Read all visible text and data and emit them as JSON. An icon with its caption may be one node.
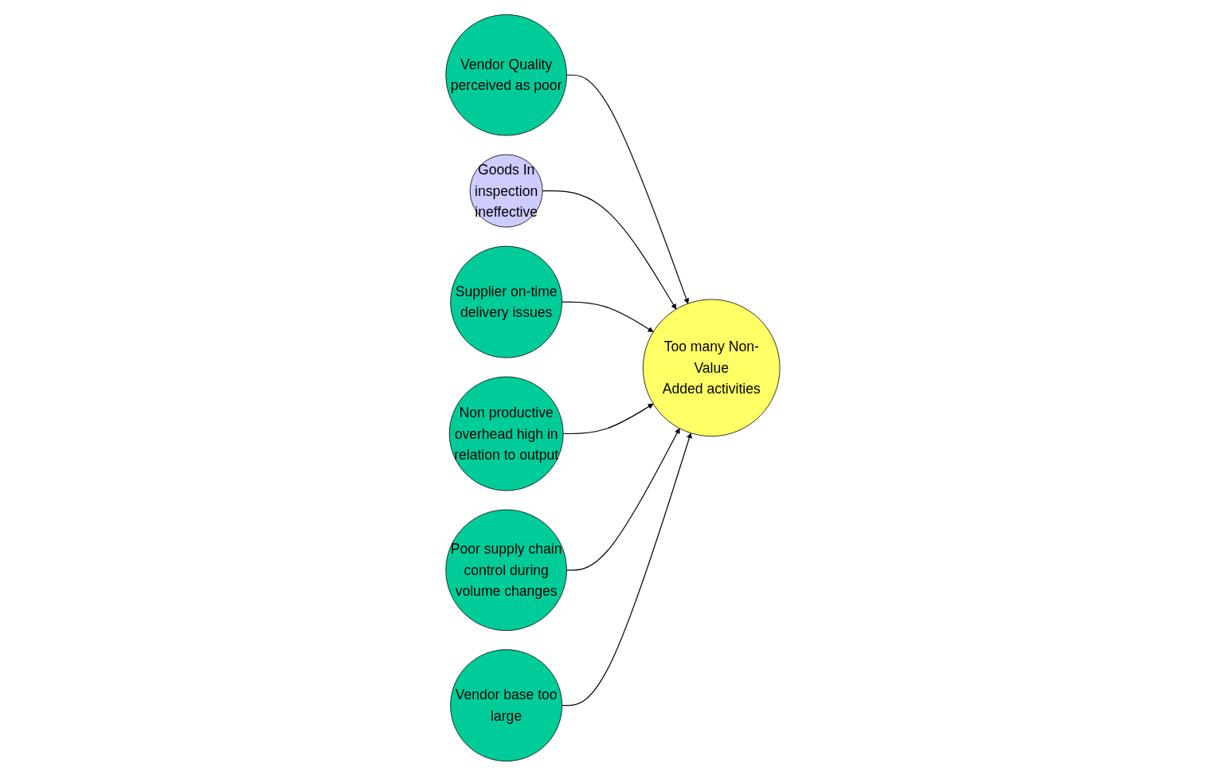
{
  "diagram": {
    "nodes": [
      {
        "text": [
          "Vendor Quality perceived as poor"
        ]
      },
      {
        "text": [
          "Goods In inspection ineffective"
        ]
      },
      {
        "text": [
          "Supplier on-time delivery issues"
        ]
      },
      {
        "text": [
          "Too many Non-Value Added activities"
        ]
      },
      {
        "text": [
          "Non productive overhead high in relation to output"
        ]
      },
      {
        "text": [
          "Poor supply chain control during volume changes"
        ]
      },
      {
        "text": [
          "Vendor base too large"
        ]
      }
    ],
    "edges": [
      {
        "from": 0,
        "to": 3,
        "arrow": "to"
      },
      {
        "from": 1,
        "to": 3,
        "arrow": "to"
      },
      {
        "from": 2,
        "to": 3,
        "arrow": "to"
      },
      {
        "from": 4,
        "to": 3,
        "arrow": "to"
      },
      {
        "from": 5,
        "to": 3,
        "arrow": "to"
      },
      {
        "from": 6,
        "to": 3,
        "arrow": "to"
      }
    ]
  }
}
